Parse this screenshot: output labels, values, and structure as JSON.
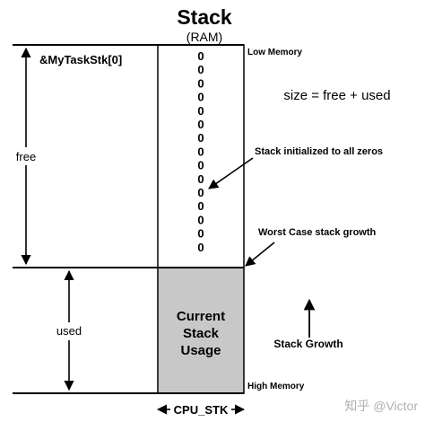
{
  "title": "Stack",
  "subtitle": "(RAM)",
  "top_pointer_label": "&MyTaskStk[0]",
  "low_memory_label": "Low Memory",
  "high_memory_label": "High Memory",
  "formula": "size = free + used",
  "free_label": "free",
  "used_label": "used",
  "zero_cells": [
    "0",
    "0",
    "0",
    "0",
    "0",
    "0",
    "0",
    "0",
    "0",
    "0",
    "0",
    "0",
    "0",
    "0",
    "0"
  ],
  "stack_init_label": "Stack initialized to all zeros",
  "worst_case_label": "Worst Case stack growth",
  "usage_label": [
    "Current",
    "Stack",
    "Usage"
  ],
  "growth_label": "Stack Growth",
  "type_label": "CPU_STK",
  "watermark": "知乎 @Victor",
  "colors": {
    "used_fill": "#c8c8c8",
    "line": "#000000",
    "watermark": "#b0b0b0"
  }
}
